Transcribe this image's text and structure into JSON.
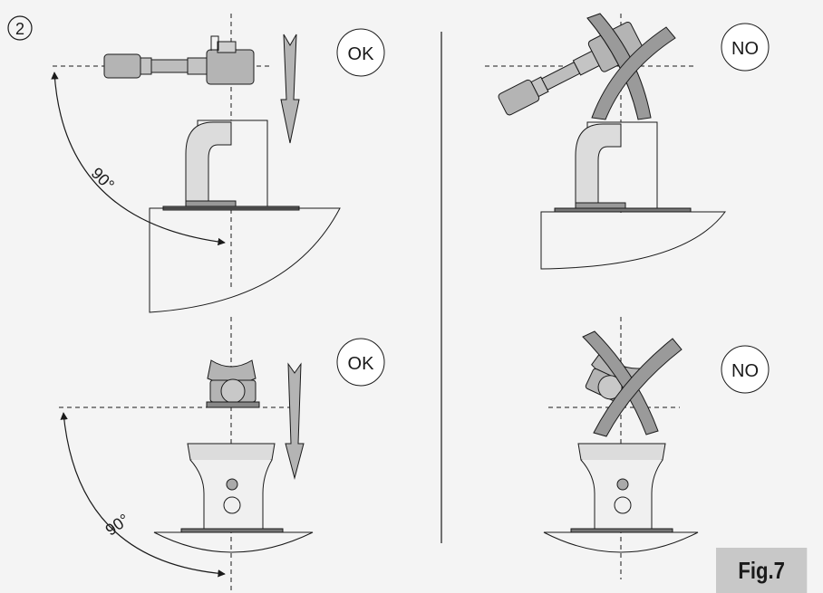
{
  "step_number": "2",
  "figure_label": "Fig.7",
  "panels": {
    "top_left": {
      "verdict": "OK",
      "angle": "90°"
    },
    "top_right": {
      "verdict": "NO"
    },
    "bottom_left": {
      "verdict": "OK",
      "angle": "90°"
    },
    "bottom_right": {
      "verdict": "NO"
    }
  },
  "colors": {
    "background": "#f4f4f4",
    "line": "#1a1a1a",
    "part_fill": "#b4b4b4",
    "cross_fill": "#9a9a9a",
    "label_bg": "#c8c8c8"
  },
  "icons": [
    "down-arrow-icon",
    "cross-icon"
  ]
}
